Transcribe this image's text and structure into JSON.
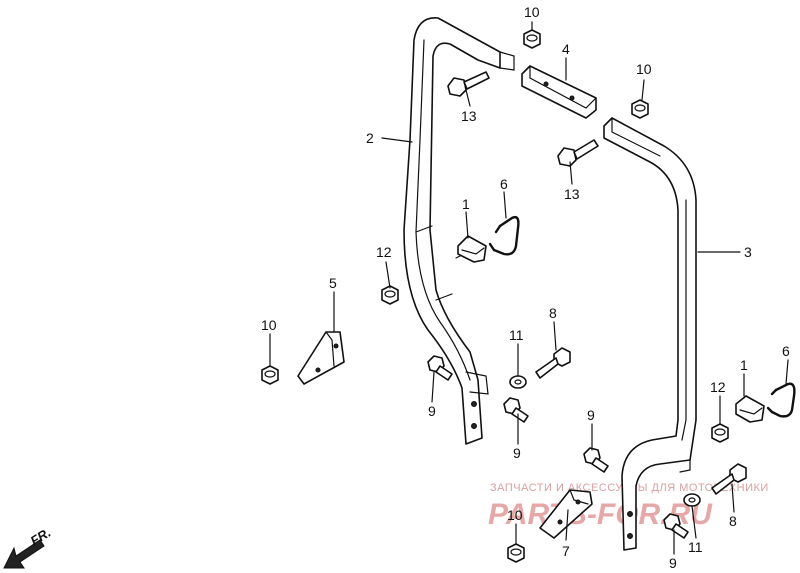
{
  "labels": {
    "l10a": "10",
    "l4": "4",
    "l10b": "10",
    "l13a": "13",
    "l2": "2",
    "l13b": "13",
    "l6a": "6",
    "l1a": "1",
    "l12a": "12",
    "l3": "3",
    "l5": "5",
    "l10c": "10",
    "l11a": "11",
    "l8a": "8",
    "l9a": "9",
    "l9b": "9",
    "l1b": "1",
    "l6b": "6",
    "l12b": "12",
    "l9c": "9",
    "l10d": "10",
    "l7": "7",
    "l9d": "9",
    "l11b": "11",
    "l8b": "8"
  },
  "watermark": {
    "top_text": "ЗАПЧАСТИ И АКСЕССУАРЫ ДЛЯ МОТОТЕХНИКИ",
    "big_text": "PARTS-FOR.RU"
  },
  "direction": {
    "label": "FR."
  }
}
